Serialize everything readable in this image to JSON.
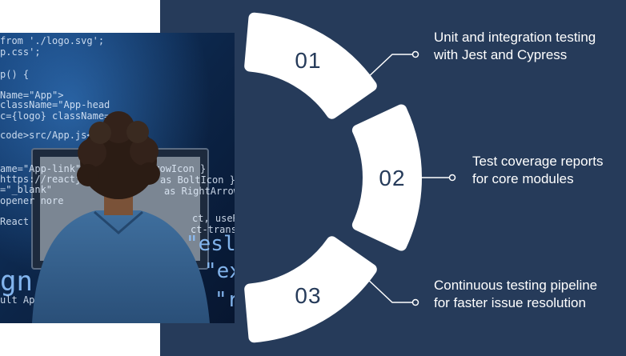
{
  "photo": {
    "code_lines": [
      "from './logo.svg';",
      "p.css';",
      "p() {",
      "Name=\"App\">",
      "className=\"App-head",
      "c={logo} className=",
      "code>src/App.js</co",
      "ame=\"App-link\"  impo",
      "https://reactjs.org",
      "=\"_blank\"",
      "opener nore",
      "React",
      "gn: center;",
      "ult Ap",
      "\"eslin",
      "\"ex",
      "\"re",
      "ment as ArrowIcon }",
      "as BoltIcon } f",
      "as RightArrow",
      "ct, useRe",
      "ct-trans"
    ]
  },
  "steps": [
    {
      "number": "01",
      "text": "Unit and integration testing with Jest and Cypress"
    },
    {
      "number": "02",
      "text": "Test coverage reports for core modules"
    },
    {
      "number": "03",
      "text": "Continuous testing pipeline for faster issue resolution"
    }
  ],
  "colors": {
    "panel": "#263b5a",
    "segment": "#ffffff",
    "number_text": "#263b5a",
    "label_text": "#ffffff"
  }
}
